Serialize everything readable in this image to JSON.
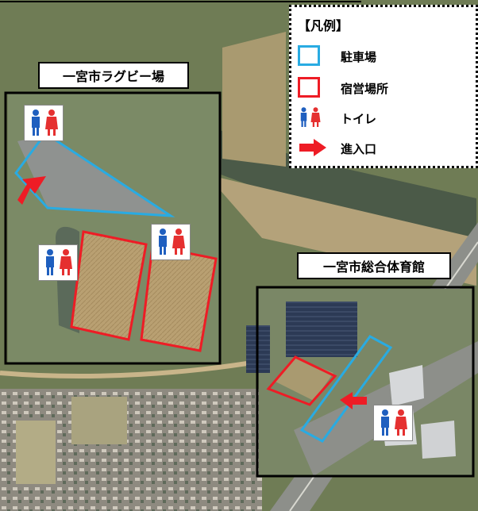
{
  "colors": {
    "parking": "#29abe2",
    "camp": "#ee1c25",
    "entrance": "#ee1c25",
    "male": "#1f5fbf",
    "female": "#e53030"
  },
  "legend": {
    "title": "【凡例】",
    "items": [
      {
        "icon": "blue-square-icon",
        "label": "駐車場"
      },
      {
        "icon": "red-square-icon",
        "label": "宿営場所"
      },
      {
        "icon": "toilet-icon",
        "label": "トイレ"
      },
      {
        "icon": "red-arrow-icon",
        "label": "進入口"
      }
    ]
  },
  "facilities": {
    "rugby": {
      "name": "一宮市ラグビー場"
    },
    "gym": {
      "name": "一宮市総合体育館"
    }
  }
}
